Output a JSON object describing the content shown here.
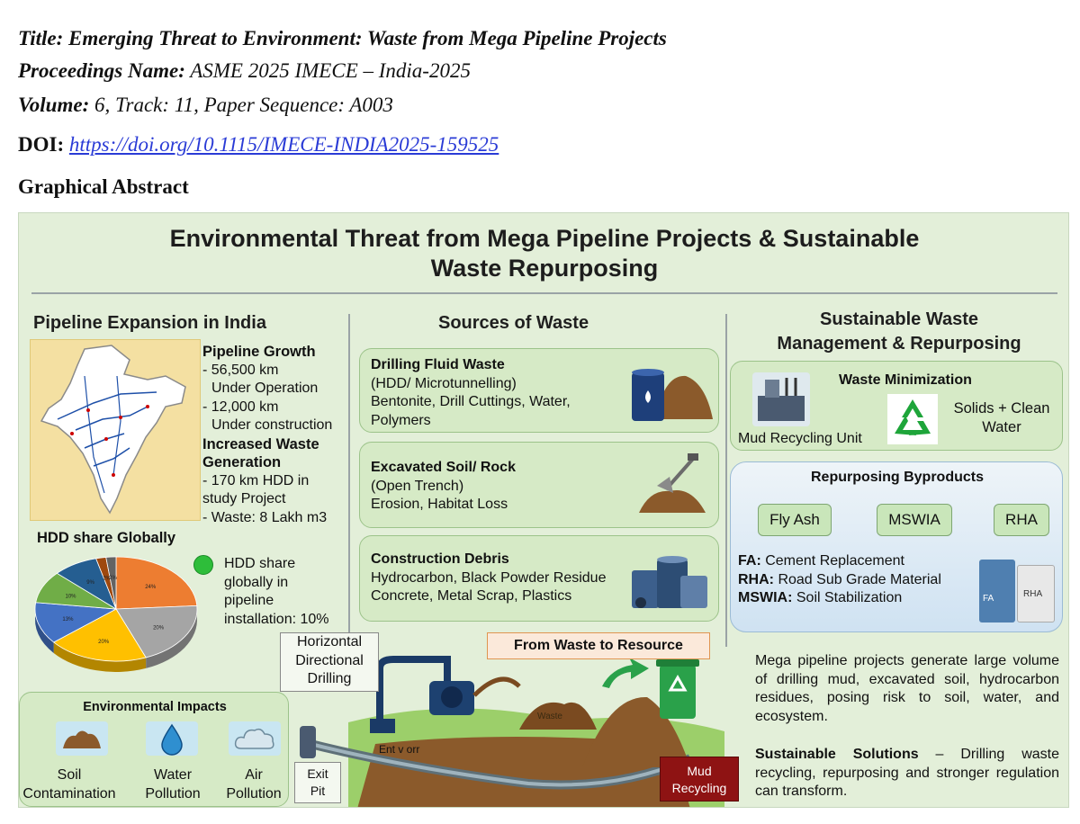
{
  "meta": {
    "title_line": "Title: Emerging Threat to Environment: Waste from Mega Pipeline Projects",
    "proceedings_key": "Proceedings Name:",
    "proceedings_value": " ASME 2025 IMECE – India-2025",
    "volume_key": "Volume:",
    "volume_value": " 6, Track: 11, Paper Sequence: A003",
    "doi_key": "DOI",
    "doi_colon": ": ",
    "doi_url": "https://doi.org/10.1115/IMECE-INDIA2025-159525",
    "graphical_abstract_label": "Graphical Abstract"
  },
  "abstract": {
    "title_line1": "Environmental Threat from Mega Pipeline Projects & Sustainable",
    "title_line2": "Waste Repurposing",
    "left": {
      "heading": "Pipeline Expansion in India",
      "growth_title": "Pipeline Growth",
      "growth_lines": [
        "- 56,500 km",
        "  Under Operation",
        "- 12,000 km",
        "  Under construction"
      ],
      "waste_title_1": "Increased Waste",
      "waste_title_2": "Generation",
      "waste_lines": [
        "- 170 km HDD in",
        "study Project",
        "- Waste: 8 Lakh m3"
      ],
      "hdd_heading": "HDD share Globally",
      "hdd_note": [
        "HDD share",
        "globally in",
        "pipeline",
        "installation: 10%"
      ],
      "impacts_heading": "Environmental Impacts",
      "impacts": [
        {
          "line1": "Soil",
          "line2": "Contamination",
          "icon": "soil-pile-icon"
        },
        {
          "line1": "Water",
          "line2": "Pollution",
          "icon": "water-drop-icon"
        },
        {
          "line1": "Air",
          "line2": "Pollution",
          "icon": "cloud-icon"
        }
      ]
    },
    "pie": {
      "slices": [
        {
          "value": 24,
          "label": "24%",
          "color": "#ed7d31"
        },
        {
          "value": 20,
          "label": "20%",
          "color": "#a5a5a5"
        },
        {
          "value": 20,
          "label": "20%",
          "color": "#ffc000"
        },
        {
          "value": 13,
          "label": "13%",
          "color": "#4472c4"
        },
        {
          "value": 10,
          "label": "10%",
          "color": "#70ad47"
        },
        {
          "value": 9,
          "label": "9%",
          "color": "#255e91"
        },
        {
          "value": 2,
          "label": "2%",
          "color": "#9e480e"
        },
        {
          "value": 2,
          "label": "2%",
          "color": "#636363"
        }
      ],
      "legend_color": "#2ebd3a"
    },
    "middle": {
      "heading": "Sources of Waste",
      "cards": [
        {
          "title": "Drilling Fluid Waste",
          "lines": [
            "(HDD/ Microtunnelling)",
            "Bentonite, Drill Cuttings, Water,",
            "Polymers"
          ],
          "icon": "oil-barrel-icon"
        },
        {
          "title": "Excavated Soil/ Rock",
          "lines": [
            "(Open Trench)",
            "Erosion, Habitat Loss"
          ],
          "icon": "shovel-soil-icon"
        },
        {
          "title": "Construction Debris",
          "lines": [
            "Hydrocarbon, Black Powder Residue",
            "Concrete, Metal Scrap, Plastics"
          ],
          "icon": "debris-drums-icon"
        }
      ]
    },
    "right": {
      "heading_1": "Sustainable Waste",
      "heading_2": "Management & Repurposing",
      "minimization_title": "Waste Minimization",
      "mud_unit_label": "Mud Recycling Unit",
      "solids_1": "Solids + Clean",
      "solids_2": "Water",
      "repurposing_title": "Repurposing Byproducts",
      "chips": [
        "Fly Ash",
        "MSWIA",
        "RHA"
      ],
      "uses": [
        {
          "key": "FA:",
          "value": " Cement Replacement"
        },
        {
          "key": "RHA:",
          "value": " Road Sub Grade Material"
        },
        {
          "key": "MSWIA:",
          "value": " Soil Stabilization"
        }
      ],
      "bag_label_1": "FA",
      "bag_label_2": "RHA",
      "summary": "Mega pipeline projects generate large volume of drilling mud, excavated soil, hydrocarbon residues, posing risk to soil, water, and ecosystem.",
      "solutions_key": "Sustainable Solutions",
      "solutions_value": " – Drilling waste recycling, repurposing and stronger regulation can transform."
    },
    "bottom": {
      "hdd_label": [
        "Horizontal",
        "Directional",
        "Drilling"
      ],
      "banner": "From Waste to Resource",
      "entry_label": "Ent v orr",
      "exit_label": [
        "Exit",
        "Pit"
      ],
      "mud_label": [
        "Mud",
        "Recycling"
      ],
      "pile_label": "Waste"
    }
  },
  "colors": {
    "panel_bg": "#e3efd9",
    "card_bg": "#d6eac6",
    "link": "#2a3bd6",
    "mud_box": "#8e1313"
  }
}
